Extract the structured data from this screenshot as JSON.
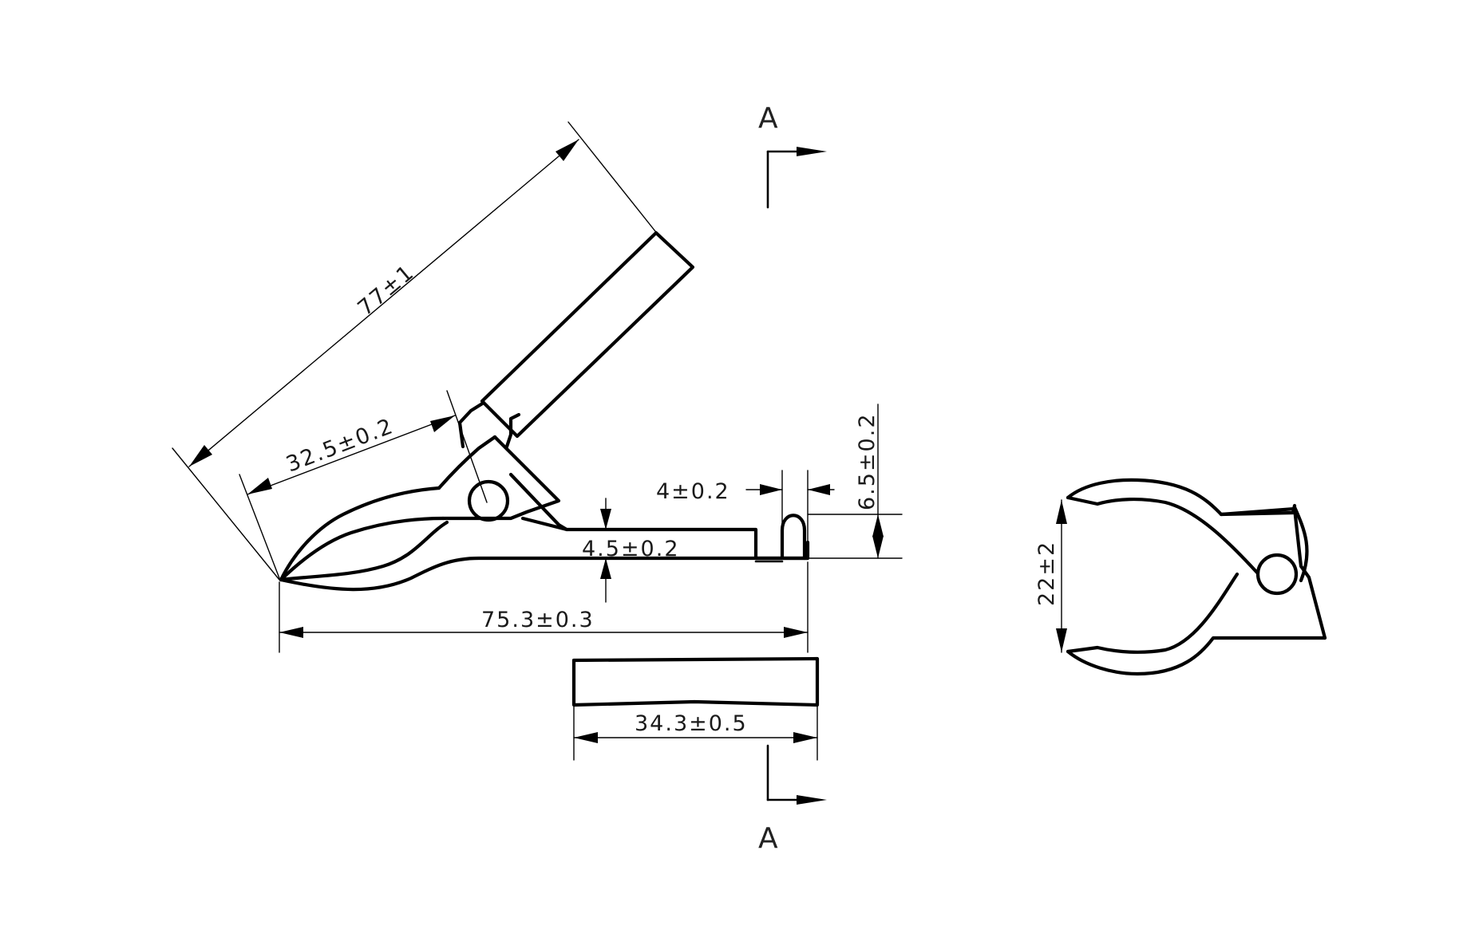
{
  "dimensions": {
    "handle_length": "77±1",
    "pivot_distance": "32.5±0.2",
    "tab_width": "4±0.2",
    "tab_height": "6.5±0.2",
    "body_height": "4.5±0.2",
    "overall_length": "75.3±0.3",
    "plate_length": "34.3±0.5",
    "jaw_opening": "22±2"
  },
  "section": {
    "top_label": "A",
    "bottom_label": "A"
  }
}
